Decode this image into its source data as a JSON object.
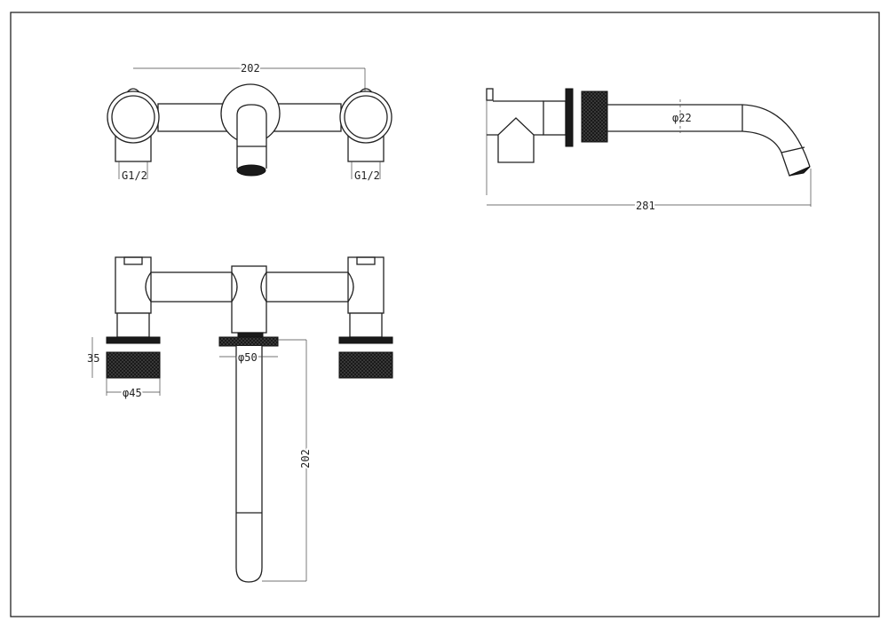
{
  "drawing": {
    "front_view": {
      "width_dim": "202",
      "left_thread": "G1/2",
      "right_thread": "G1/2"
    },
    "side_view": {
      "pipe_dia": "φ22",
      "length_dim": "281"
    },
    "top_view": {
      "height_dim": "35",
      "handle_dia": "φ45",
      "rosette_dia": "φ50",
      "spout_dim": "202"
    },
    "colors": {
      "line": "#222222",
      "knurl": "#1a1a1a"
    }
  }
}
